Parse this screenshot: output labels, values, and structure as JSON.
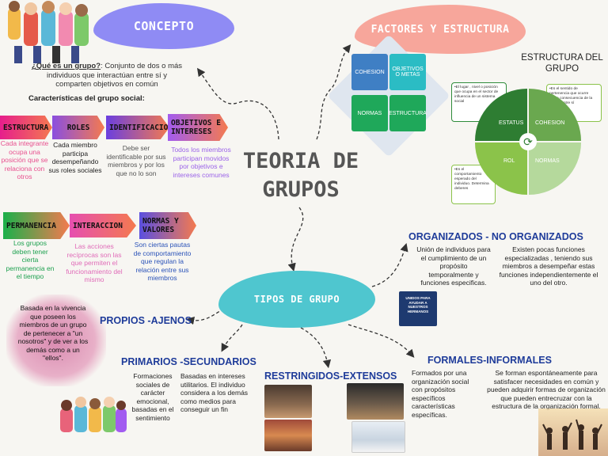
{
  "center_title": "TEORIA DE GRUPOS",
  "concept": {
    "title": "CONCEPTO",
    "question": "¿Qué es un grupo?",
    "definition": ": Conjunto de dos o más individuos que interactúan entre sí y comparten objetivos en común",
    "characteristics_label": "Características del grupo social:",
    "row1": [
      {
        "label": "ESTRUCTURA",
        "desc": "Cada integrante ocupa una posición que se relaciona con otros",
        "color": "#e61e8c",
        "desc_color": "#e8508f"
      },
      {
        "label": "ROLES",
        "desc": "Cada miembro participa desempeñando sus roles sociales",
        "color": "#8a4fe0",
        "desc_color": "#222222"
      },
      {
        "label": "IDENTIFICACION",
        "desc": "Debe ser identificable por sus miembros y por los que no lo son",
        "color": "#6a3fe0",
        "desc_color": "#555555"
      },
      {
        "label": "OBJETIVOS E INTERESES",
        "desc": "Todos los miembros participan movidos por objetivos e intereses comunes",
        "color": "#a25cf0",
        "desc_color": "#9b63e8"
      }
    ],
    "row2": [
      {
        "label": "PERMANENCIA",
        "desc": "Los grupos deben tener cierta permanencia en el tiempo",
        "color": "#1bb04a",
        "desc_color": "#1da04f"
      },
      {
        "label": "INTERACCION",
        "desc": "Las acciones recíprocas son las que permiten el funcionamiento del mismo",
        "color": "#e64fb0",
        "desc_color": "#e06bb8"
      },
      {
        "label": "NORMAS Y VALORES",
        "desc": "Son ciertas pautas de comportamiento que regulan la relación entre sus miembros",
        "color": "#5a4fe0",
        "desc_color": "#2a52b8"
      }
    ]
  },
  "factores": {
    "title": "FACTORES Y ESTRUCTURA",
    "cells": [
      "COHESION",
      "OBJETIVOS O METAS",
      "NORMAS",
      "ESTRUCTURA"
    ],
    "colors": [
      "#3f7fc4",
      "#2bbcc4",
      "#1fa85a",
      "#1fa85a"
    ]
  },
  "estructura": {
    "title": "ESTRUCTURA DEL GRUPO",
    "quadrants": [
      "ESTATUS",
      "COHESION",
      "ROL",
      "NORMAS"
    ],
    "note_estatus": "•El lugar , nivel o posición que ocupa en el sector de influencia de un sistema social",
    "note_cohesion": "•Es el sentido de pertenencia que ocurre como consecuencia de la acción entre sí",
    "note_rol": "•Es el comportamiento esperado del individuo. Determina deberes"
  },
  "tipos": {
    "title": "TIPOS DE GRUPO",
    "propios": {
      "heading": "PROPIOS -AJENOS",
      "desc": "Basada en la vivencia que poseen los miembros de un grupo de pertenecer a \"un nosotros\" y de ver a los demás como a un \"ellos\"."
    },
    "primarios": {
      "heading": "PRIMARIOS -SECUNDARIOS",
      "left": "Formaciones sociales de carácter emocional, basadas en el sentimiento",
      "right": "Basadas en intereses utilitarios. El individuo considera a los demás como medios para conseguir un fin"
    },
    "restringidos": {
      "heading": "RESTRINGIDOS-EXTENSOS"
    },
    "formales": {
      "heading": "FORMALES-INFORMALES",
      "left": "Formados por una organización social con propósitos específicos características específicas.",
      "right": "Se forman espontáneamente para satisfacer necesidades en común y pueden adquirir formas de organización que pueden entrecruzar con la estructura de la organización formal."
    },
    "organizados": {
      "heading": "ORGANIZADOS - NO ORGANIZADOS",
      "left": "Unión de individuos para el cumplimiento de un propósito temporalmente y funciones especificas.",
      "right": "Existen pocas funciones especializadas , teniendo sus miembros a desempeñar estas funciones independientemente el uno del otro.",
      "poster_text": "UNIDOS PARA AYUDAR A NUESTROS HERMANOS"
    }
  }
}
